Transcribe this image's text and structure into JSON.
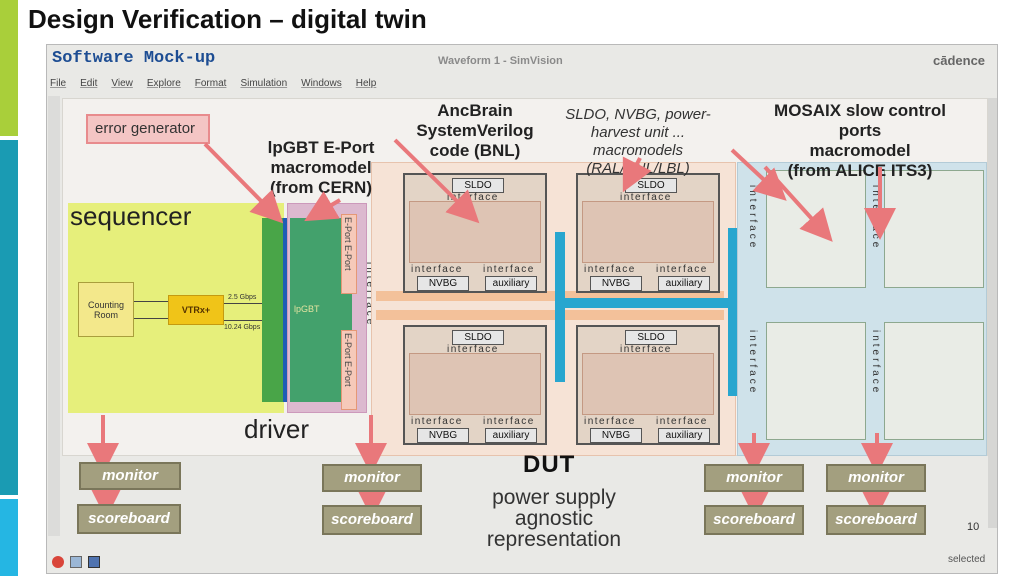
{
  "slide": {
    "title": "Design Verification – digital twin",
    "page_number": "10"
  },
  "window": {
    "mockup_title": "Software Mock-up",
    "title": "Waveform 1 - SimVision",
    "brand": "cādence",
    "menu": [
      "File",
      "Edit",
      "View",
      "Explore",
      "Format",
      "Simulation",
      "Windows",
      "Help"
    ],
    "status_text": "selected"
  },
  "diagram": {
    "error_generator": "error generator",
    "sequencer": "sequencer",
    "counting_room": "Counting Room",
    "vtrx": "VTRx+",
    "rate_up": "2.5 Gbps",
    "rate_down": "10.24 Gbps",
    "lpgbt_inner": "lpGBT",
    "lpgbt_callout": [
      "lpGBT E-Port",
      "macromodel",
      "(from CERN)"
    ],
    "eport": "E-Port E-Port",
    "interface": "interface",
    "driver": "driver",
    "ancbrain_callout": [
      "AncBrain",
      "SystemVerilog",
      "code (BNL)"
    ],
    "sldo_callout": [
      "SLDO, NVBG, power-",
      "harvest unit ... macromodels",
      "(RAL/BNL/LBL)"
    ],
    "mosaix_callout": [
      "MOSAIX slow control ports",
      "macromodel",
      "(from ALICE ITS3)"
    ],
    "quad": {
      "sldo": "SLDO",
      "interface": "interface",
      "nvbg": "NVBG",
      "auxiliary": "auxiliary"
    },
    "dut": "DUT",
    "power_supply": "power supply agnostic representation",
    "monitor": "monitor",
    "scoreboard": "scoreboard"
  },
  "colors": {
    "sidebar_green": "#a9cf3a",
    "sidebar_teal": "#1a9bb3",
    "sidebar_cyan": "#25b6e3",
    "arrow": "#e9787b",
    "mock_title": "#1d4d93"
  }
}
